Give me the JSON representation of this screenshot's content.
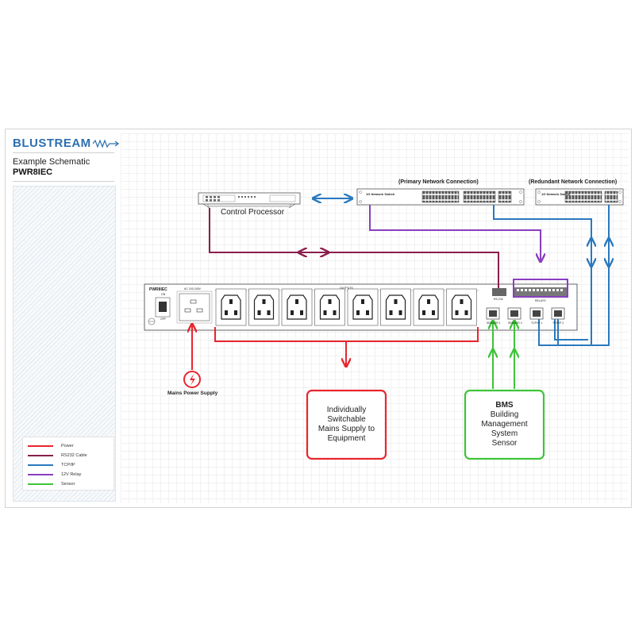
{
  "brand": {
    "logo_text": "BLUSTREAM"
  },
  "sidebar": {
    "title": "Example Schematic",
    "model": "PWR8IEC"
  },
  "legend": [
    {
      "label": "Power",
      "color": "#e8262f"
    },
    {
      "label": "RS232 Cable",
      "color": "#8a1f4b"
    },
    {
      "label": "TCP/IP",
      "color": "#2a79bf"
    },
    {
      "label": "12V Relay",
      "color": "#8a3fc0"
    },
    {
      "label": "Sensor",
      "color": "#3fc43a"
    }
  ],
  "devices": {
    "control_processor": {
      "label": "Control Processor"
    },
    "primary_switch": {
      "caption": "(Primary Network Connection)",
      "name": "1G Network Switch"
    },
    "redundant_switch": {
      "caption": "(Redundant Network Connection)",
      "name": "1G Network Switch"
    },
    "pdu": {
      "model": "PWR8IEC",
      "on_label": "ON",
      "off_label": "OFF",
      "inlet_label": "AC 100-240V",
      "outputs_label": "OUTPUTS",
      "rs232_label": "RS-232",
      "relays_label": "RELAYS",
      "ports": [
        "SENSOR 1",
        "SENSOR 2",
        "TCP/IP 1",
        "TCP/IP 2"
      ]
    }
  },
  "mains": {
    "label": "Mains Power Supply"
  },
  "boxes": {
    "equipment": {
      "lines": [
        "Individually",
        "Switchable",
        "Mains Supply to",
        "Equipment"
      ]
    },
    "bms": {
      "title": "BMS",
      "lines": [
        "Building",
        "Management",
        "System",
        "Sensor"
      ]
    }
  }
}
